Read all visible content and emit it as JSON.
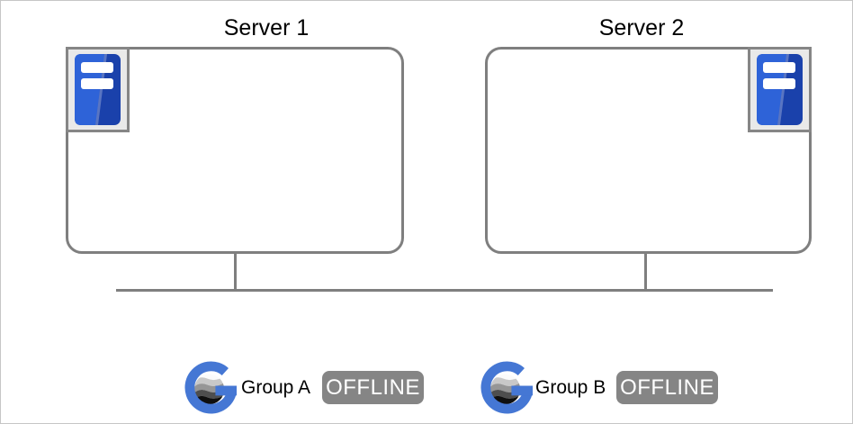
{
  "diagram": {
    "title": "",
    "servers": [
      {
        "label": "Server 1",
        "icon": "server-tower-icon",
        "icon_position": "top-left"
      },
      {
        "label": "Server 2",
        "icon": "server-tower-icon",
        "icon_position": "top-right"
      }
    ],
    "network": {
      "type": "bus",
      "connected_servers": [
        "Server 1",
        "Server 2"
      ]
    },
    "groups": [
      {
        "label": "Group A",
        "status": "OFFLINE",
        "icon": "globe-g-logo-icon"
      },
      {
        "label": "Group B",
        "status": "OFFLINE",
        "icon": "globe-g-logo-icon"
      }
    ],
    "colors": {
      "line_gray": "#7f7f7f",
      "canvas_border": "#c6c6c6",
      "server_icon_bg": "#e9e9e9",
      "server_icon_border": "#868686",
      "tower_blue_dark": "#1a41ab",
      "tower_blue_light": "#2e63d8",
      "logo_blue": "#4577d4",
      "badge_bg": "#858585",
      "badge_text": "#ffffff",
      "label_text": "#000000"
    }
  }
}
